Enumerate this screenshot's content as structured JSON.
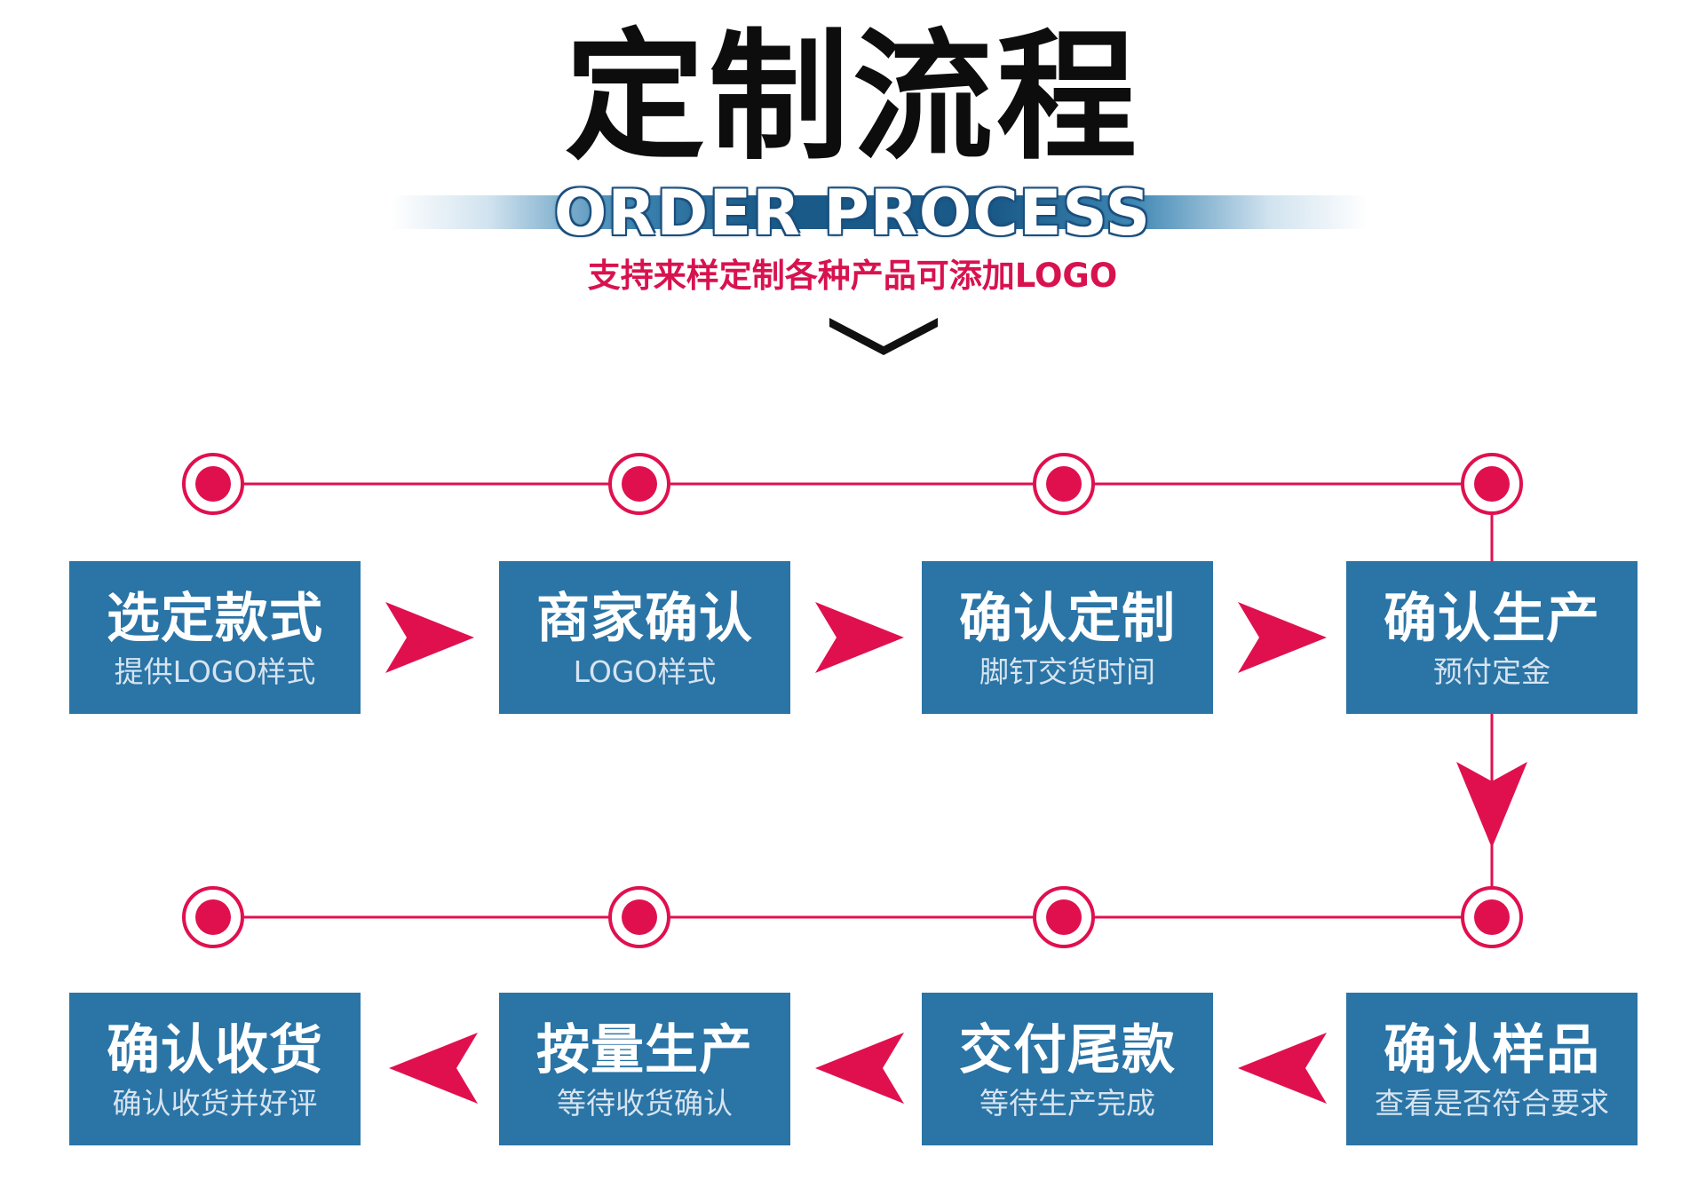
{
  "header": {
    "title": "定制流程",
    "subtitle": "ORDER PROCESS",
    "tagline": "支持来样定制各种产品可添加LOGO"
  },
  "colors": {
    "accent": "#e0104f",
    "box": "#2a74a6",
    "title": "#0d0d0d"
  },
  "icons": {
    "chevron": "chevron-down-icon",
    "node": "ring-dot-icon",
    "arrow": "triangle-arrow-icon"
  },
  "steps": [
    {
      "title": "选定款式",
      "desc": "提供LOGO样式"
    },
    {
      "title": "商家确认",
      "desc": "LOGO样式"
    },
    {
      "title": "确认定制",
      "desc": "脚钉交货时间"
    },
    {
      "title": "确认生产",
      "desc": "预付定金"
    },
    {
      "title": "确认样品",
      "desc": "查看是否符合要求"
    },
    {
      "title": "交付尾款",
      "desc": "等待生产完成"
    },
    {
      "title": "按量生产",
      "desc": "等待收货确认"
    },
    {
      "title": "确认收货",
      "desc": "确认收货并好评"
    }
  ]
}
